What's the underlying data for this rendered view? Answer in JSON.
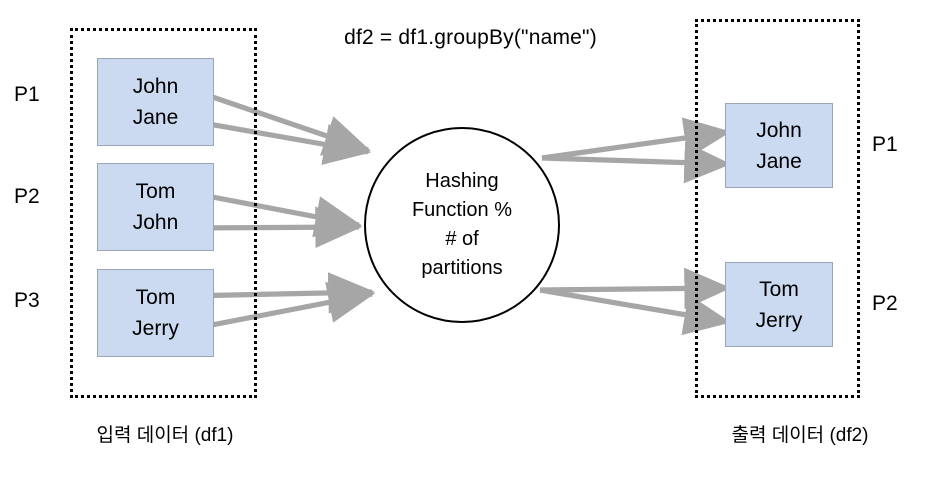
{
  "diagram": {
    "title": "df2 = df1.groupBy(\"name\")",
    "colors": {
      "box_fill": "#ccdaf1",
      "box_border": "#9aa6b8",
      "arrow": "#a6a6a6",
      "circle_border": "#000000",
      "group_border": "#000000",
      "text": "#000000"
    },
    "input": {
      "caption": "입력 데이터 (df1)",
      "partitions": [
        {
          "label": "P1",
          "rows": [
            "John",
            "Jane"
          ]
        },
        {
          "label": "P2",
          "rows": [
            "Tom",
            "John"
          ]
        },
        {
          "label": "P3",
          "rows": [
            "Tom",
            "Jerry"
          ]
        }
      ]
    },
    "processor": {
      "lines": [
        "Hashing",
        "Function %",
        "# of",
        "partitions"
      ]
    },
    "output": {
      "caption": "출력 데이터 (df2)",
      "partitions": [
        {
          "label": "P1",
          "rows": [
            "John",
            "Jane"
          ]
        },
        {
          "label": "P2",
          "rows": [
            "Tom",
            "Jerry"
          ]
        }
      ]
    }
  }
}
